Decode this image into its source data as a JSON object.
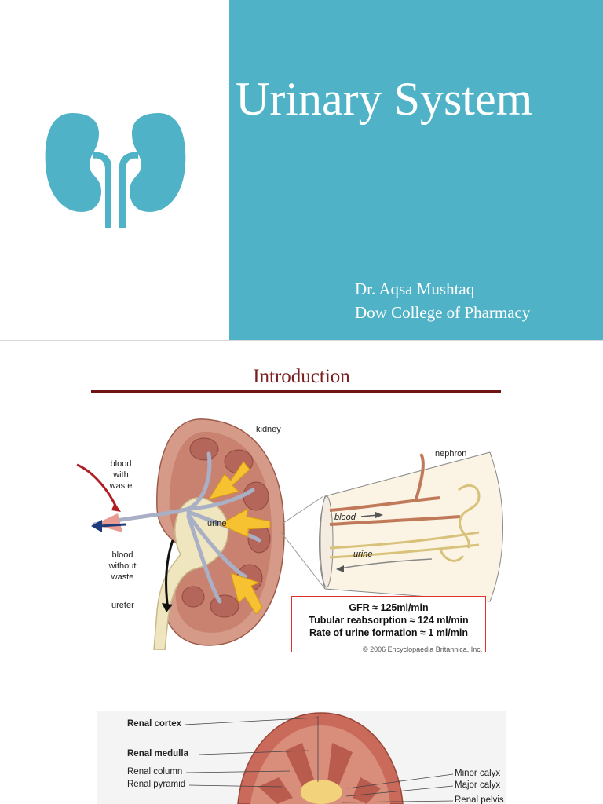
{
  "slide1": {
    "title": "Urinary System",
    "author": "Dr. Aqsa Mushtaq",
    "institution": "Dow College of Pharmacy",
    "logo_icon": "kidneys-icon",
    "accent_color": "#50b2c6"
  },
  "slide2": {
    "title": "Introduction",
    "title_color": "#7a1f1f",
    "labels": {
      "kidney": "kidney",
      "blood_with_waste": "blood\nwith\nwaste",
      "blood_without_waste": "blood\nwithout\nwaste",
      "ureter": "ureter",
      "urine_inner": "urine",
      "nephron": "nephron",
      "blood": "blood",
      "urine": "urine"
    },
    "info_box": {
      "line1": "GFR ≈ 125ml/min",
      "line2": "Tubular reabsorption ≈ 124 ml/min",
      "line3": "Rate of urine formation ≈ 1 ml/min"
    },
    "copyright": "© 2006 Encyclopaedia Britannica, Inc."
  },
  "slide3": {
    "labels_left": [
      "Renal cortex",
      "Renal medulla",
      "Renal column",
      "Renal pyramid"
    ],
    "labels_right": [
      "Minor calyx",
      "Major calyx",
      "Renal pelvis"
    ]
  }
}
